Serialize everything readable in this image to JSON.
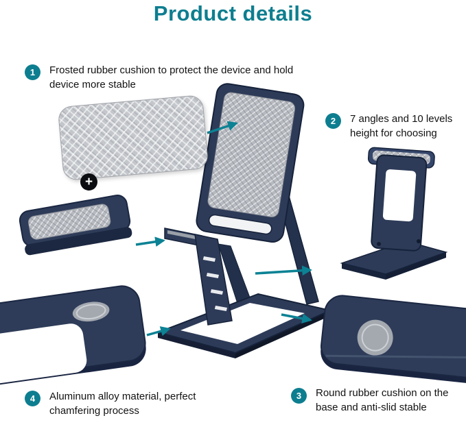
{
  "title": "Product details",
  "callouts": [
    {
      "number": "1",
      "text": "Frosted rubber cushion to protect the device and hold device more stable"
    },
    {
      "number": "2",
      "text": "7 angles and 10 levels height for choosing"
    },
    {
      "number": "3",
      "text": "Round rubber cushion on the base and anti-slid stable"
    },
    {
      "number": "4",
      "text": "Aluminum alloy material, perfect chamfering process"
    }
  ],
  "icons": {
    "plus": "+"
  },
  "colors": {
    "accent_teal": "#0d7e8f",
    "stand_navy": "#2d3b58",
    "pad_gray": "#b6bac0"
  }
}
